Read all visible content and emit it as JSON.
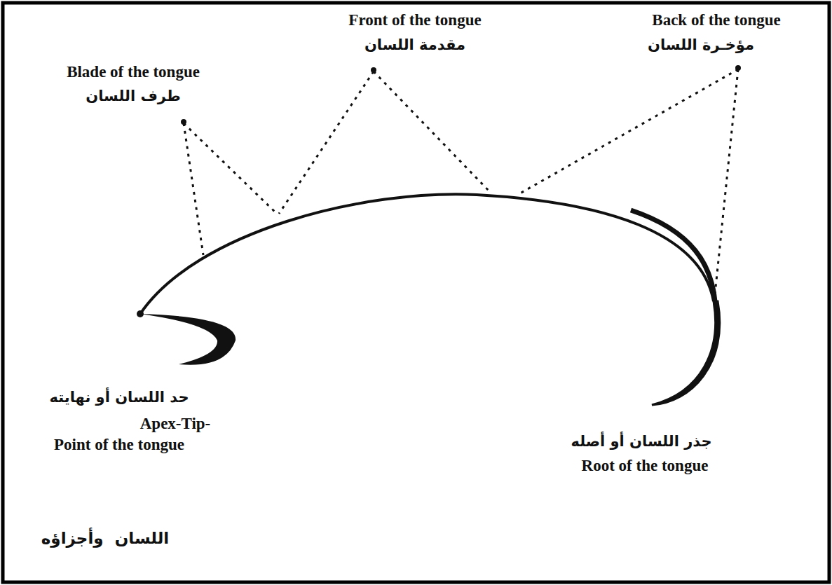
{
  "diagram": {
    "caption": "اللسان  وأجزاؤه",
    "labels": [
      "Front of the tongue",
      "مقدمة اللسان",
      "Back of the tongue",
      "مؤخـرة اللسان",
      "Blade of the tongue",
      "طرف اللسان",
      "حد اللسان أو نهايته",
      "Apex-Tip-",
      "Point of the tongue",
      "جذر اللسان أو أصله",
      "Root of the tongue"
    ]
  }
}
